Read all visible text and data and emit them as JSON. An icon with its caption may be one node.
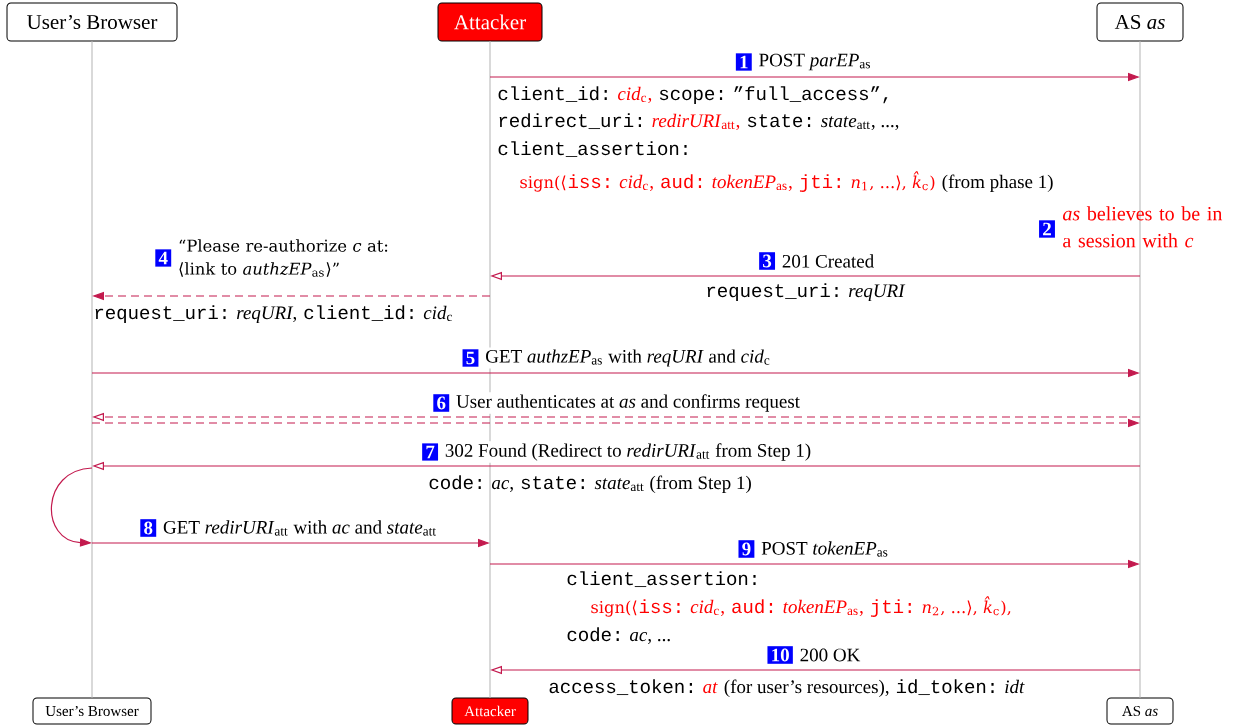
{
  "diagram": {
    "nodes": [
      {
        "text": [
          "User’s Browser"
        ]
      },
      {
        "text": [
          "Attacker"
        ]
      },
      {
        "text": [
          "AS *as*"
        ]
      },
      {
        "text": [
          "User’s Browser"
        ]
      },
      {
        "text": [
          "Attacker"
        ]
      },
      {
        "text": [
          "AS *as*"
        ]
      },
      {
        "text": [],
        "shape": "bar"
      },
      {
        "text": [],
        "shape": "bar"
      },
      {
        "text": [],
        "shape": "bar"
      }
    ],
    "edges": [
      {
        "from": 7,
        "to": 8,
        "arrow": "to",
        "label": "POST *parEP*$_{as}$"
      },
      {
        "from": 8,
        "to": 7,
        "arrow": "to",
        "label": "201 Created"
      },
      {
        "from": 7,
        "to": 6,
        "arrow": "to",
        "style": "dashed",
        "label": "“Please re-authorize *c* at: ⟨link to *authzEP*$_{as}$⟩”"
      },
      {
        "from": 6,
        "to": 8,
        "arrow": "to",
        "label": "GET *authzEP*$_{as}$ with *reqURI* and *cid*$_{c}$"
      },
      {
        "from": 8,
        "to": 6,
        "arrow": "to",
        "style": "dashed",
        "label": "User authenticates at *as* and confirms request"
      },
      {
        "from": 6,
        "to": 8,
        "arrow": "to",
        "style": "dashed"
      },
      {
        "from": 8,
        "to": 6,
        "arrow": "to",
        "label": "302 Found (Redirect to *redirURI*$_{att}$ from Step 1)"
      },
      {
        "from": 6,
        "to": 6,
        "arrow": "to"
      },
      {
        "from": 6,
        "to": 7,
        "arrow": "to",
        "label": "GET *redirURI*$_{att}$ with *ac* and *state*$_{att}$"
      },
      {
        "from": 7,
        "to": 8,
        "arrow": "to",
        "label": "POST *tokenEP*$_{as}$"
      },
      {
        "from": 8,
        "to": 7,
        "arrow": "to",
        "label": "200 OK"
      }
    ],
    "labels": [
      "1",
      "client_id:",
      "*cid*$_{c}$,",
      "scope:",
      "”full_access”,",
      "redirect_uri:",
      "*redirURI*$_{att}$,",
      "state:",
      "*state*$_{att}$, ...,",
      "client_assertion:",
      "sign(⟨",
      "iss:",
      "*cid*$_{c}$,",
      "aud:",
      "*tokenEP*$_{as}$,",
      "jti:",
      "*n*$_{1}$, ...⟩, *k̂*$_{c}$)",
      "(from phase 1)",
      "2",
      "*as* believes to be in a session with *c*",
      "4",
      "3",
      "request_uri:",
      "*reqURI*",
      "request_uri:",
      "*reqURI*,",
      "client_id:",
      "*cid*$_{c}$",
      "5",
      "6",
      "7",
      "code:",
      "*ac*,",
      "state:",
      "*state*$_{att}$ (from Step 1)",
      "8",
      "9",
      "client_assertion:",
      "sign(⟨",
      "iss:",
      "*cid*$_{c}$,",
      "aud:",
      "*tokenEP*$_{as}$,",
      "jti:",
      "*n*$_{2}$, ...⟩, *k̂*$_{c}$),",
      "code:",
      "*ac*, ...",
      "10",
      "access_token:",
      "*at*",
      "(for user’s resources),",
      "id_token:",
      "*idt*"
    ]
  }
}
